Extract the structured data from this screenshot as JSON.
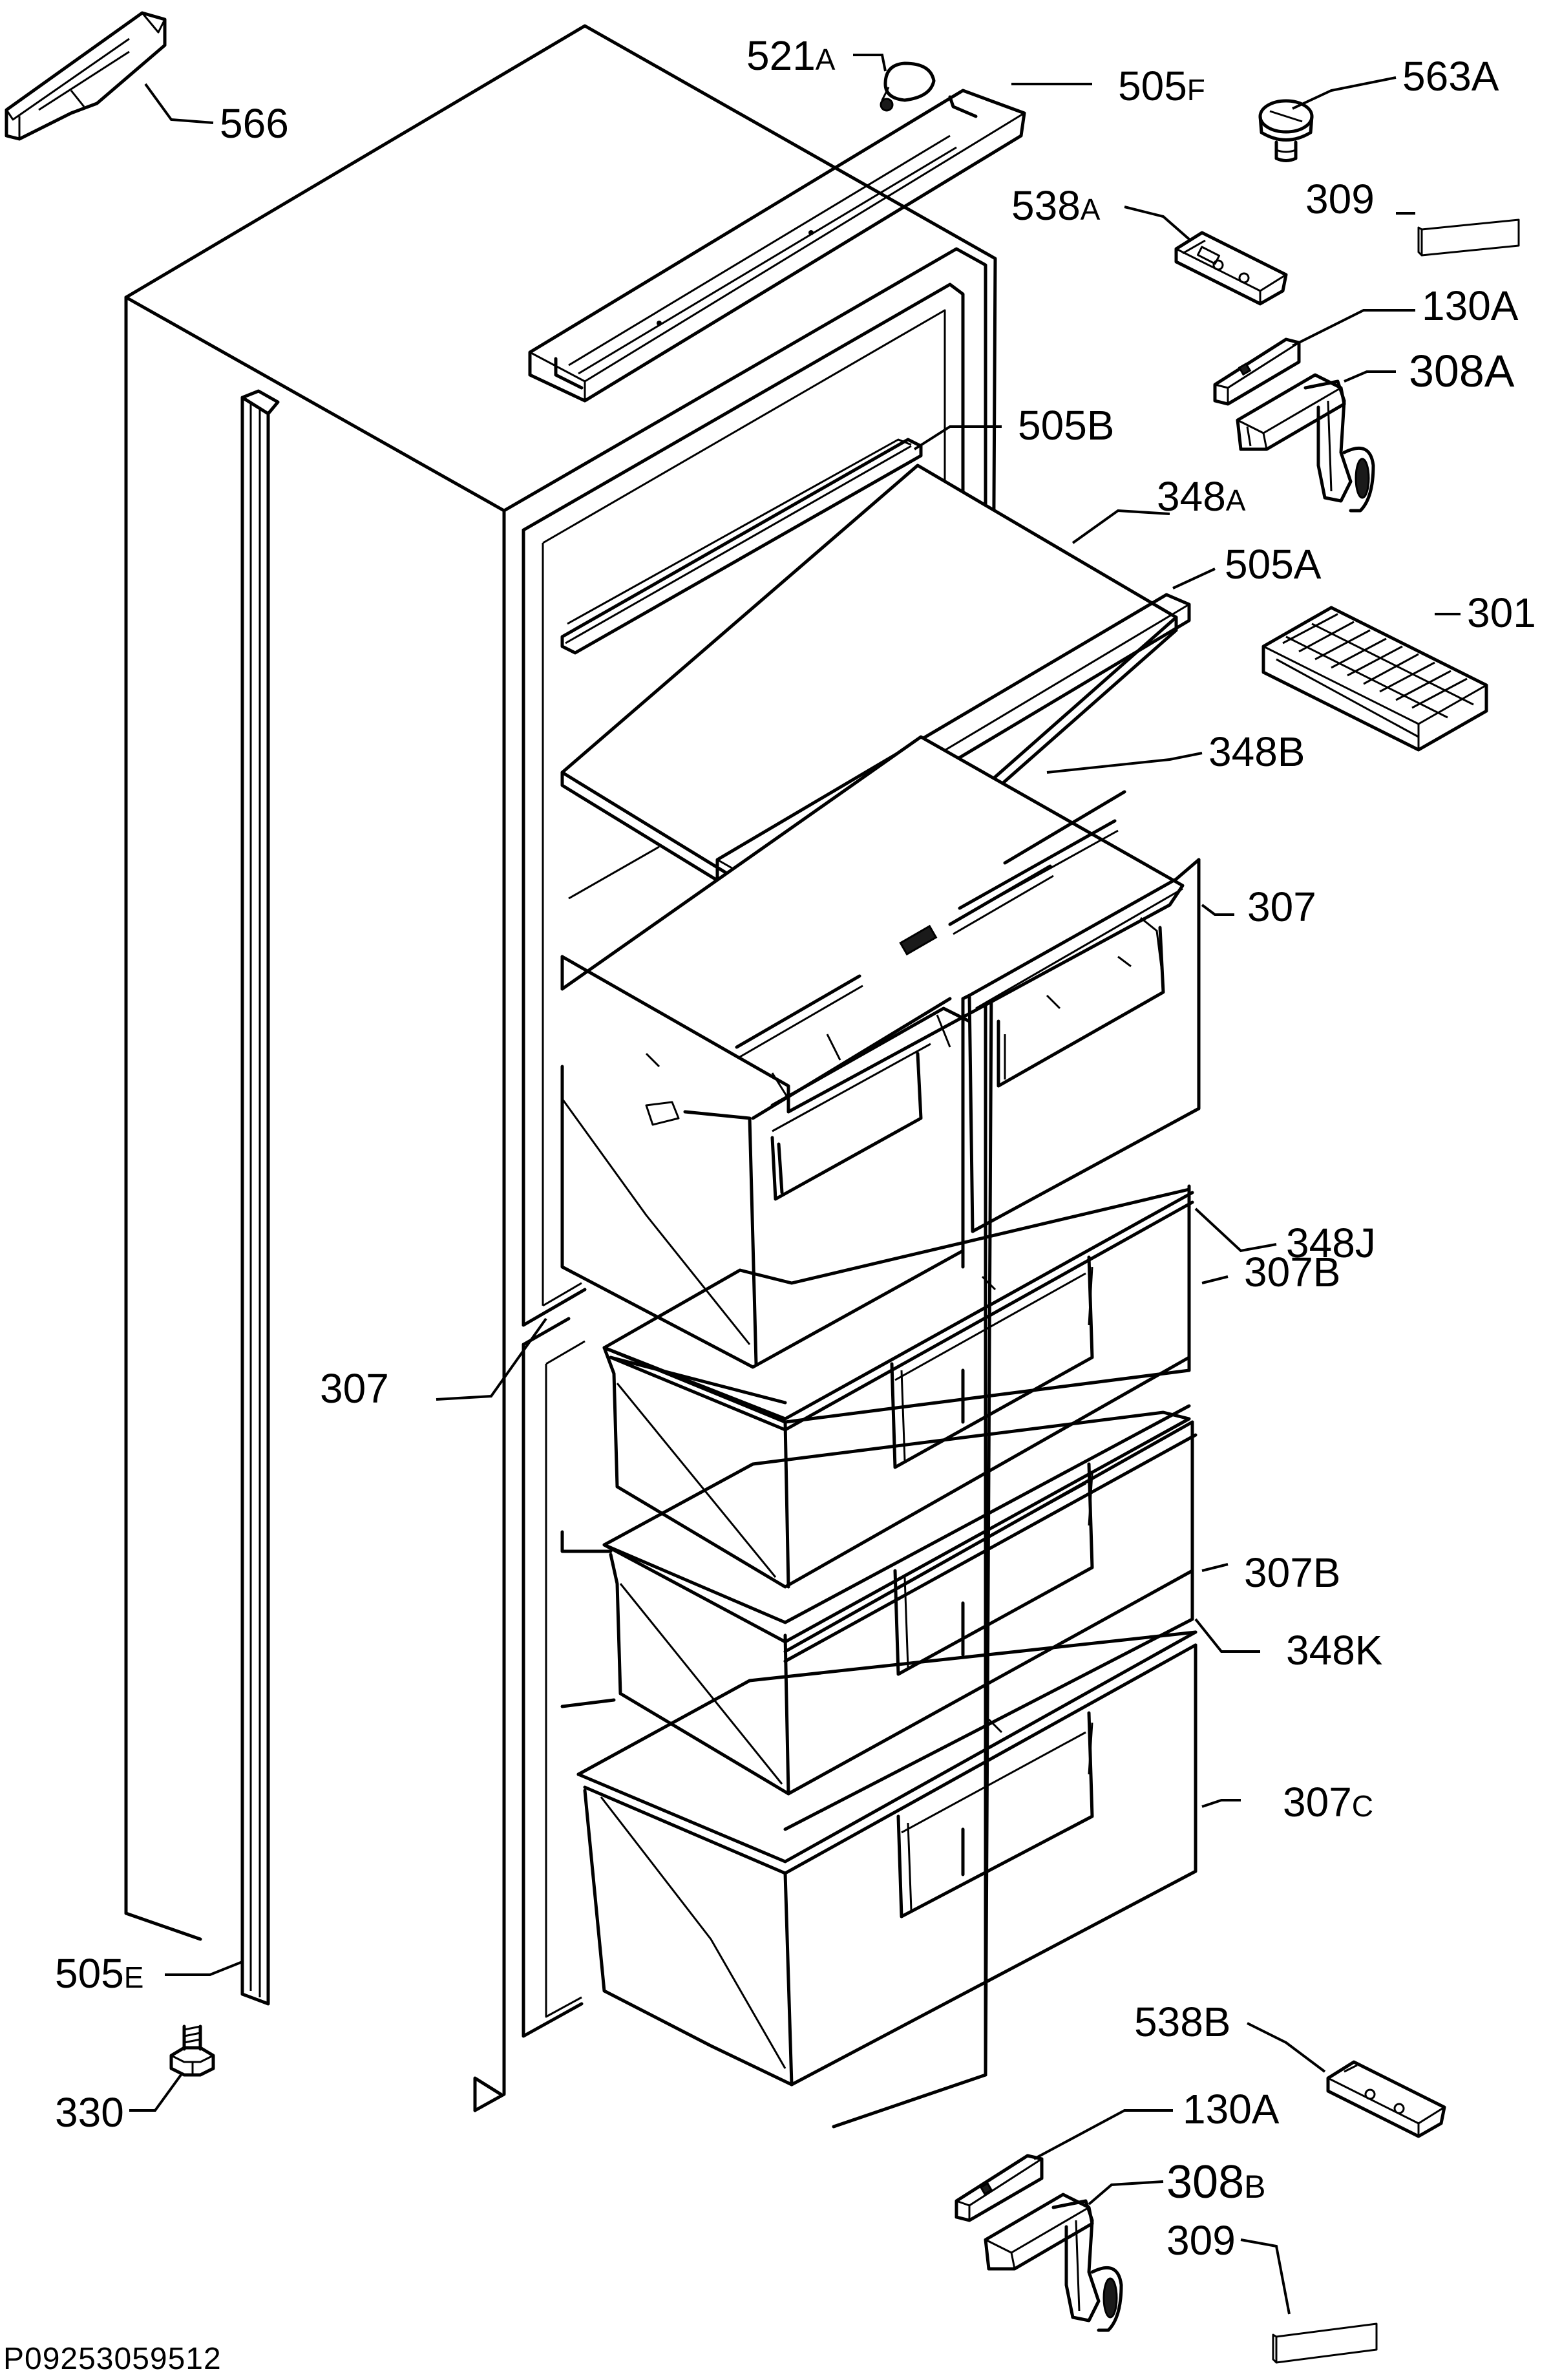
{
  "document_ref": "P09253059512",
  "parts": [
    {
      "id": "566",
      "label": "566"
    },
    {
      "id": "521A",
      "label": "521",
      "suffix": "A"
    },
    {
      "id": "505F",
      "label": "505",
      "suffix": "F"
    },
    {
      "id": "563A",
      "label": "563A"
    },
    {
      "id": "538A",
      "label": "538",
      "suffix": "A"
    },
    {
      "id": "309a",
      "label": "309"
    },
    {
      "id": "130A-top",
      "label": "130A"
    },
    {
      "id": "308A",
      "label": "308A"
    },
    {
      "id": "505B",
      "label": "505B"
    },
    {
      "id": "348A",
      "label": "348",
      "suffix": "A"
    },
    {
      "id": "505A",
      "label": "505A"
    },
    {
      "id": "301",
      "label": "301"
    },
    {
      "id": "348B",
      "label": "348B"
    },
    {
      "id": "307-right",
      "label": "307"
    },
    {
      "id": "307B-upper",
      "label": "307B"
    },
    {
      "id": "348J",
      "label": "348J"
    },
    {
      "id": "307-left",
      "label": "307"
    },
    {
      "id": "307B-lower",
      "label": "307B"
    },
    {
      "id": "348K",
      "label": "348K"
    },
    {
      "id": "307C",
      "label": "307",
      "suffix": "C"
    },
    {
      "id": "505E",
      "label": "505",
      "suffix": "E"
    },
    {
      "id": "330",
      "label": "330"
    },
    {
      "id": "538B",
      "label": "538B"
    },
    {
      "id": "130A-bottom",
      "label": "130A"
    },
    {
      "id": "308B",
      "label": "308",
      "suffix": "B"
    },
    {
      "id": "309b",
      "label": "309"
    }
  ]
}
